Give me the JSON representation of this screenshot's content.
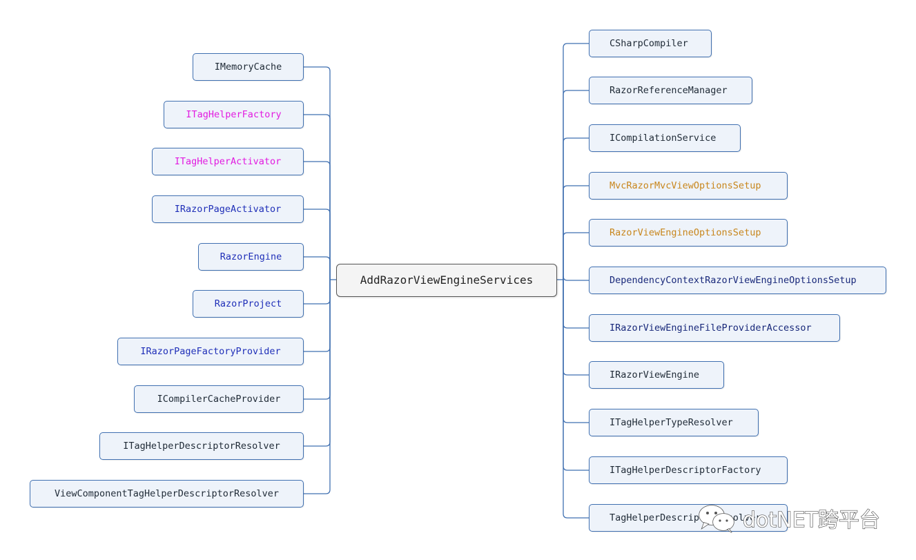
{
  "colors": {
    "line": "#3f6fb0",
    "default": "#1f2a36",
    "magenta": "#e21be0",
    "blue": "#1f2fb8",
    "orange": "#c8861c",
    "navy": "#18287a"
  },
  "root": {
    "label": "AddRazorViewEngineServices"
  },
  "left_nodes": [
    {
      "label": "IMemoryCache",
      "color": "default"
    },
    {
      "label": "ITagHelperFactory",
      "color": "magenta"
    },
    {
      "label": "ITagHelperActivator",
      "color": "magenta"
    },
    {
      "label": "IRazorPageActivator",
      "color": "blue"
    },
    {
      "label": "RazorEngine",
      "color": "blue"
    },
    {
      "label": "RazorProject",
      "color": "blue"
    },
    {
      "label": "IRazorPageFactoryProvider",
      "color": "blue"
    },
    {
      "label": "ICompilerCacheProvider",
      "color": "default"
    },
    {
      "label": "ITagHelperDescriptorResolver",
      "color": "default"
    },
    {
      "label": "ViewComponentTagHelperDescriptorResolver",
      "color": "default"
    }
  ],
  "right_nodes": [
    {
      "label": "CSharpCompiler",
      "color": "default"
    },
    {
      "label": "RazorReferenceManager",
      "color": "default"
    },
    {
      "label": "ICompilationService",
      "color": "default"
    },
    {
      "label": "MvcRazorMvcViewOptionsSetup",
      "color": "orange"
    },
    {
      "label": "RazorViewEngineOptionsSetup",
      "color": "orange"
    },
    {
      "label": "DependencyContextRazorViewEngineOptionsSetup",
      "color": "navy"
    },
    {
      "label": "IRazorViewEngineFileProviderAccessor",
      "color": "navy"
    },
    {
      "label": "IRazorViewEngine",
      "color": "default"
    },
    {
      "label": "ITagHelperTypeResolver",
      "color": "default"
    },
    {
      "label": "ITagHelperDescriptorFactory",
      "color": "default"
    },
    {
      "label": "TagHelperDescriptorResolver",
      "color": "default"
    }
  ],
  "watermark": {
    "text": "dotNET跨平台",
    "icon": "wechat-logo-icon"
  }
}
